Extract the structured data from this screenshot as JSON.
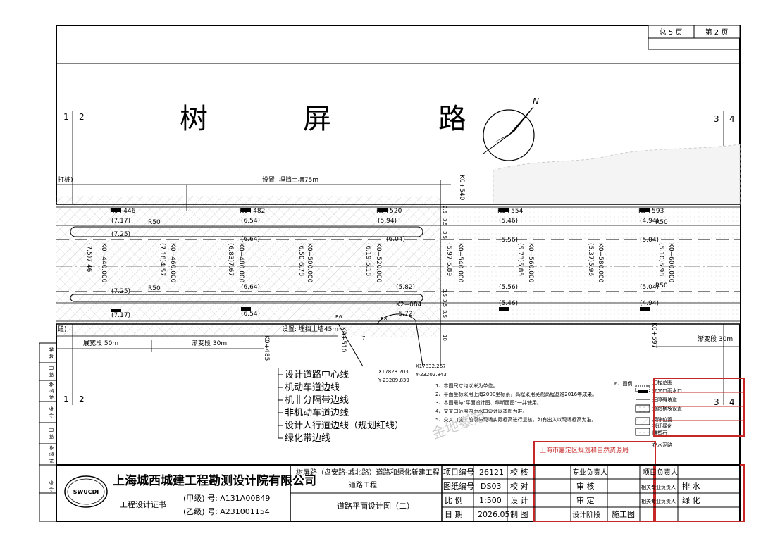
{
  "sheet": {
    "total_pages": "总 5 页",
    "page_no": "第 2 页",
    "street_name_chars": [
      "树",
      "屏",
      "路"
    ],
    "grid_numbers": {
      "left_a": "1",
      "left_b": "2",
      "right_a": "3",
      "right_b": "4"
    },
    "north_label": "N"
  },
  "plan": {
    "stake_top": "K0+540",
    "stake_510": "K0+510",
    "stake_485": "K0+485",
    "stake_597": "K0+597",
    "retaining_top": "设置: 埋挡土墙75m",
    "retaining_bottom": "设置: 埋挡土墙45m",
    "left_tag_top": "打桩)",
    "left_tag_bottom": "砼)",
    "widening_length": "展宽段   50m",
    "transition_left": "渐变段   30m",
    "transition_right": "渐变段   30m",
    "dims_top": [
      "2.5",
      "3.5",
      "3.5"
    ],
    "dims_bottom": [
      "3.5",
      "3.5",
      "3.5"
    ],
    "dim_10": "10",
    "dim_7": "7",
    "radius_r6": "R6",
    "radius_r8": "R8",
    "coord_1_x": "X17828.203",
    "coord_1_y": "Y-23209.839",
    "coord_2_x": "X17832.267",
    "coord_2_y": "Y-23202.843",
    "stations_top": [
      {
        "stake": "K0+446",
        "elev": "(7.17)",
        "elev2": "(7.25)"
      },
      {
        "stake": "K0+482",
        "elev": "(6.54)",
        "elev2": "(6.64)"
      },
      {
        "stake": "K0+520",
        "elev": "(5.94)",
        "elev2": "(6.04)"
      },
      {
        "stake": "K0+554",
        "elev": "(5.46)",
        "elev2": "(5.56)"
      },
      {
        "stake": "K0+593",
        "elev": "(4.94)",
        "elev2": "(5.04)"
      }
    ],
    "stations_bottom": [
      {
        "elev": "(7.25)",
        "elev2": "(7.17)"
      },
      {
        "elev": "(6.64)",
        "elev2": "(6.54)"
      },
      {
        "elev": "(5.82)",
        "stake": "K2+084",
        "elev2": "(5.72)"
      },
      {
        "elev": "(5.56)",
        "elev2": "(5.46)"
      },
      {
        "elev": "(5.04)",
        "elev2": "(4.94)"
      }
    ],
    "centre_labels": [
      "K0+440.000",
      "K0+460.000",
      "K0+480.000",
      "K0+500.000",
      "K0+520.000",
      "K0+540.000",
      "K0+560.000",
      "K0+580.000",
      "K0+600.000"
    ],
    "centre_elevs": [
      "(7.5)7.46",
      "(7.18)4.57",
      "(6.83)7.67",
      "(6.50)6.78",
      "(6.19)5.18",
      "(5.97)5.89",
      "(5.73)5.85",
      "(5.37)5.96",
      "(5.10)5.98"
    ],
    "radius_r50": "R50"
  },
  "legend_lines": [
    "设计道路中心线",
    "机动车道边线",
    "机非分隔带边线",
    "非机动车道边线",
    "设计人行道边线（规划红线）",
    "绿化带边线"
  ],
  "notes": [
    "1、本图尺寸均以米为单位。",
    "2、平面坐标采用上海2000坐标系，高程采用吴淞高程基准2016年成果。",
    "3、本图需与\"平面设计图、纵断面图\"一并使用。",
    "4、交叉口范围内雨水口设计以本图为准。",
    "5、交叉口施工前须与现场实际标高进行复核，如有出入以现场标高为准。"
  ],
  "symbol_legend": {
    "title": "6、图例:",
    "items": [
      "工程范围",
      "交叉口雨水口",
      "无障碍坡道",
      "道路横坡设置",
      "拆除位置",
      "搬迁绿化",
      "雕塑石",
      "花水泥路"
    ]
  },
  "watermark": "金地峯范",
  "stamp_text": "上海市嘉定区规划和自然资源局",
  "title_block": {
    "logo": "SWUCDI",
    "company": "上海城西城建工程勘测设计院有限公司",
    "cert_label": "工程设计证书",
    "grade_a": "(甲级) 号: A131A00849",
    "grade_b": "(乙级) 号: A231001154",
    "project_name": "树屏路（盘安路-城北路）道路和绿化新建工程",
    "sub_project": "道路工程",
    "drawing_title": "道路平面设计图（二）",
    "fields": {
      "project_no_label": "项目编号",
      "project_no": "26121",
      "drawing_no_label": "图纸编号",
      "drawing_no": "DS03",
      "scale_label": "比  例",
      "scale": "1:500",
      "date_label": "日  期",
      "date": "2026.05",
      "check_label": "校  核",
      "proof_label": "校  对",
      "design_label": "设  计",
      "draw_label": "制  图",
      "resp_label": "专业负责人",
      "review_label": "审  核",
      "approve_label": "审  定",
      "stage_label": "设计阶段",
      "stage": "施工图",
      "pm_label": "项目负责人",
      "related1": "相关专业负责人",
      "related1_dept": "排  水",
      "related2": "相关专业负责人",
      "related2_dept": "绿  化"
    },
    "left_strip": [
      "姓 名",
      "日 期",
      "会 签 栏",
      "专 业",
      "日 期",
      "会 签 栏",
      "专 业"
    ]
  }
}
